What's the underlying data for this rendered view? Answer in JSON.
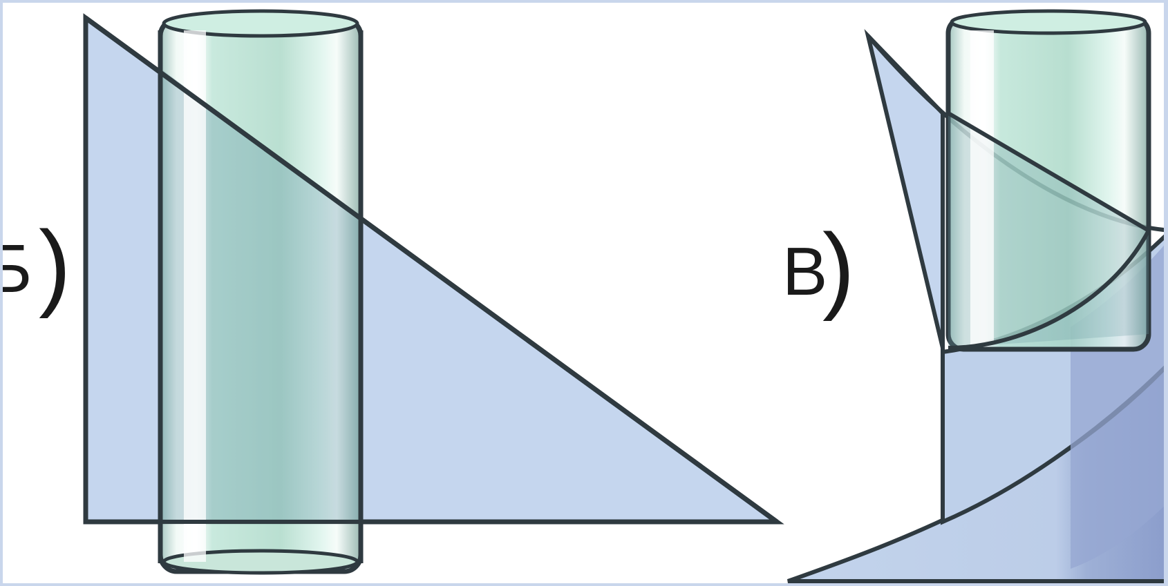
{
  "panels": [
    {
      "id": "b",
      "label": "Б",
      "paren": ")"
    },
    {
      "id": "v",
      "label": "В",
      "paren": ")"
    }
  ],
  "colors": {
    "triangle_fill": "#c5d6ee",
    "cylinder_fill": "#a7d8c6",
    "overlap_fill": "#9fc5c8",
    "outline": "#2f3a40",
    "frame": "#c9d6ec"
  }
}
